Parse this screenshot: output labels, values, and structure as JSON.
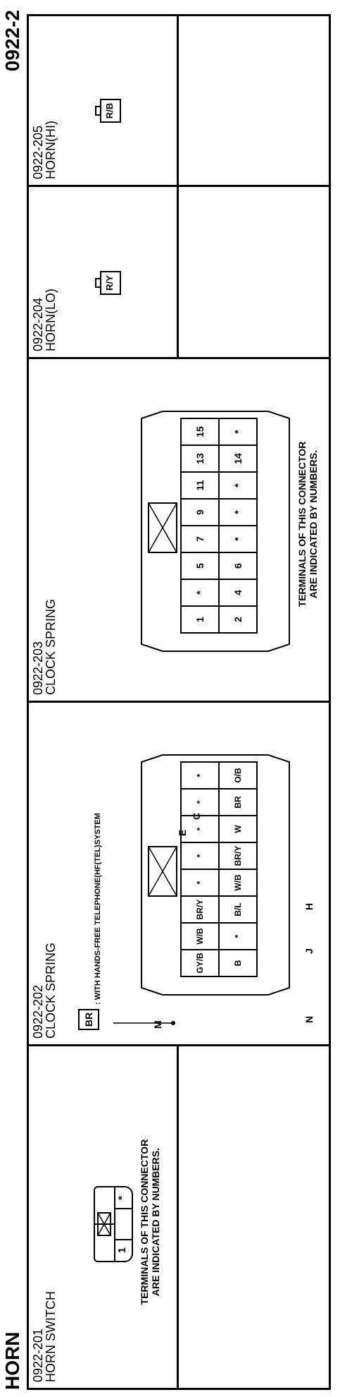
{
  "page": {
    "title": "HORN",
    "page_number": "0922-2"
  },
  "cells": [
    {
      "code": "0922-201",
      "name": "HORN SWITCH",
      "note": [
        "TERMINALS OF THIS CONNECTOR",
        "ARE INDICATED BY NUMBERS."
      ],
      "terminals": [
        "1",
        "*"
      ]
    },
    {
      "code": "0922-202",
      "name": "CLOCK SPRING",
      "callout_wire": "BR",
      "callout_text": ": WITH HANDS-FREE TELEPHONE(HF(TEL)SYSTEM",
      "letters": {
        "m": "M",
        "e": "E",
        "c": "C",
        "n": "N",
        "j": "J",
        "h": "H"
      },
      "rows": [
        [
          "GY/B",
          "W/B",
          "BR/Y",
          "*",
          "*",
          "*",
          "*",
          "*"
        ],
        [
          "B",
          "*",
          "B/L",
          "W/B",
          "BR/Y",
          "W",
          "BR",
          "O/B"
        ]
      ]
    },
    {
      "code": "0922-203",
      "name": "CLOCK SPRING",
      "note": [
        "TERMINALS OF THIS CONNECTOR",
        "ARE INDICATED BY NUMBERS."
      ],
      "rows": [
        [
          "1",
          "*",
          "5",
          "7",
          "9",
          "11",
          "13",
          "15"
        ],
        [
          "2",
          "4",
          "6",
          "*",
          "*",
          "*",
          "14",
          "*"
        ]
      ]
    },
    {
      "code": "0922-204",
      "name": "HORN(LO)",
      "wire": "R/Y"
    },
    {
      "code": "0922-205",
      "name": "HORN(HI)",
      "wire": "R/B"
    }
  ]
}
